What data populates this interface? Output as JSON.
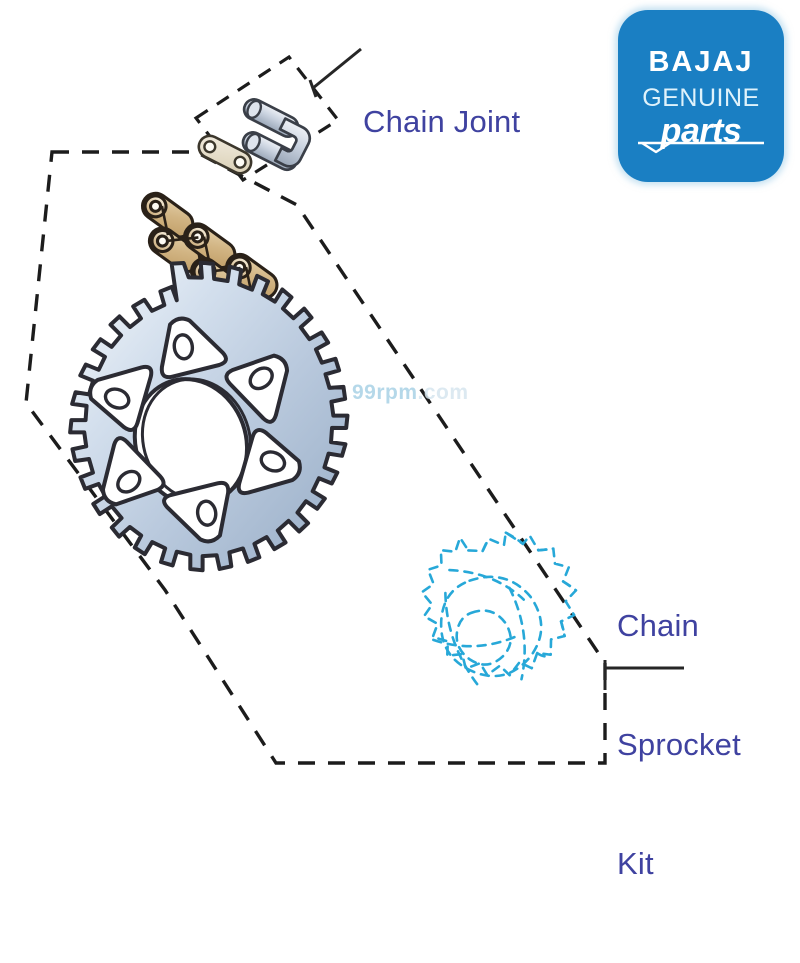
{
  "diagram": {
    "title": "Chain Sprocket Kit exploded parts diagram",
    "background_color": "#ffffff",
    "callouts": [
      {
        "id": "chain-joint",
        "text": "Chain Joint",
        "lines": [
          "Chain Joint"
        ],
        "color": "#3f42a0"
      },
      {
        "id": "chain-sprocket-kit",
        "text": "Chain Sprocket Kit",
        "lines": [
          "Chain",
          "Sprocket",
          "Kit"
        ],
        "color": "#3f42a0"
      }
    ]
  },
  "logo": {
    "brand": "BAJAJ",
    "line2": "GENUINE",
    "line3": "parts",
    "background_color": "#1a7fc3",
    "text_color": "#ffffff"
  },
  "watermark": {
    "prefix": "99rpm",
    "suffix": ".com",
    "color": "#a9d2e6"
  },
  "parts": [
    {
      "name": "chain-joint-link-plate",
      "color": "#e4dcc6"
    },
    {
      "name": "chain-joint-pin-link",
      "color": "#c3ccda"
    },
    {
      "name": "drive-chain",
      "color": "#d8b884"
    },
    {
      "name": "rear-sprocket",
      "color": "#c3d2e4"
    },
    {
      "name": "front-sprocket-outline",
      "color": "#27a8d8"
    }
  ],
  "styles": {
    "kit_boundary_stroke": "#1c1c1c",
    "joint_boundary_stroke": "#1c1c1c",
    "leader_line_stroke": "#1c1c1c",
    "front_sprocket_stroke": "#27a8d8"
  }
}
